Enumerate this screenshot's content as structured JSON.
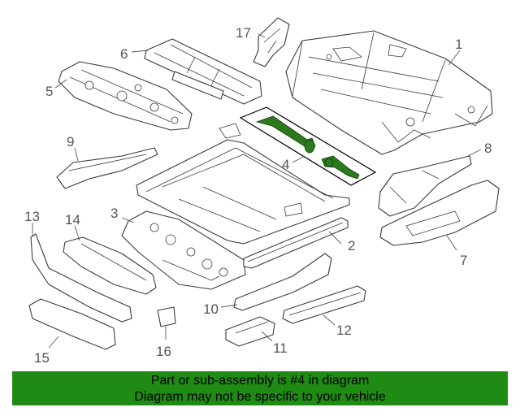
{
  "diagram": {
    "callouts": [
      "1",
      "2",
      "3",
      "4",
      "6",
      "5",
      "7",
      "8",
      "9",
      "10",
      "11",
      "12",
      "13",
      "14",
      "15",
      "16",
      "17"
    ]
  },
  "banner": {
    "line1": "Part or sub-assembly is #4 in diagram",
    "line2": "Diagram may not be specific to your vehicle"
  },
  "colors": {
    "banner_bg": "#1f8a14",
    "highlight_part": "#2b7a1e"
  }
}
